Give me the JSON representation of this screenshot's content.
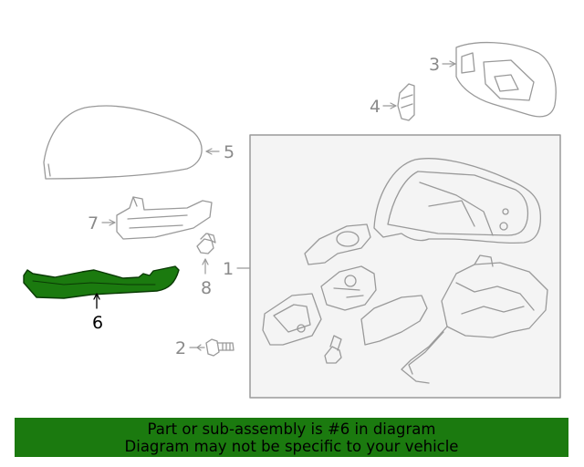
{
  "callouts": {
    "c1": "1",
    "c2": "2",
    "c3": "3",
    "c4": "4",
    "c5": "5",
    "c6": "6",
    "c7": "7",
    "c8": "8"
  },
  "highlighted_part": "6",
  "colors": {
    "outline": "#9a9a9a",
    "highlight_fill": "#1b7a0f",
    "highlight_stroke": "#0a3a05",
    "assembly_box_fill": "#f4f4f4",
    "banner": "#1b7a0f"
  },
  "banner": {
    "line1": "Part or sub-assembly is #6 in diagram",
    "line2": "Diagram may not be specific to your vehicle"
  }
}
